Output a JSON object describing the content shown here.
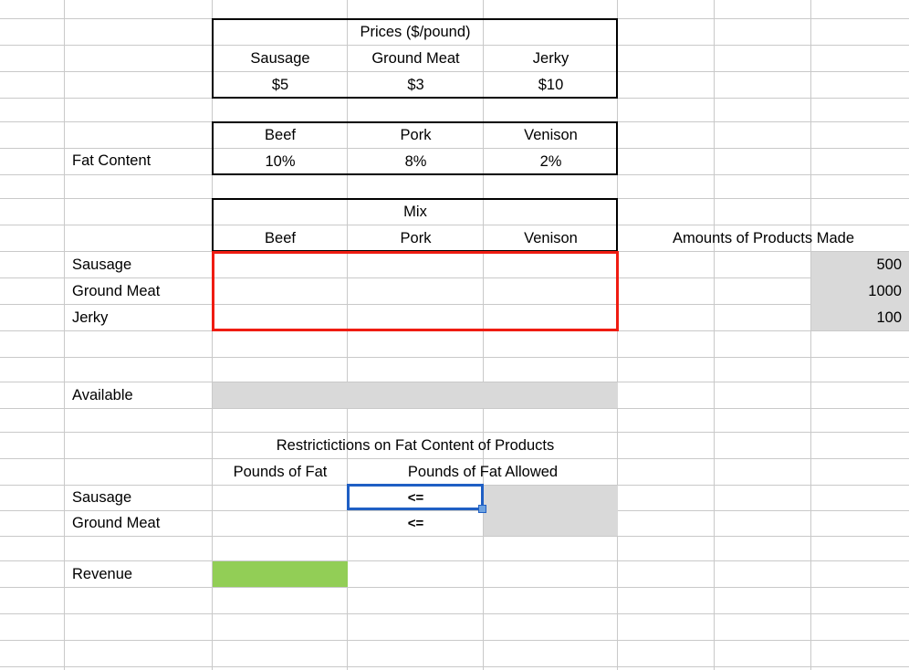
{
  "app": {
    "type": "spreadsheet",
    "colors": {
      "grid_line": "#c9c9c9",
      "heavy_border": "#000000",
      "red_highlight": "#ef1c12",
      "selection_blue": "#1f5fc4",
      "fill_grey": "#d9d9d9",
      "fill_green": "#92ce56"
    }
  },
  "prices_table": {
    "title": "Prices ($/pound)",
    "headers": [
      "Sausage",
      "Ground Meat",
      "Jerky"
    ],
    "values": [
      "$5",
      "$3",
      "$10"
    ]
  },
  "fat_content_table": {
    "row_label": "Fat Content",
    "headers": [
      "Beef",
      "Pork",
      "Venison"
    ],
    "values": [
      "10%",
      "8%",
      "2%"
    ]
  },
  "mix_table": {
    "title": "Mix",
    "headers": [
      "Beef",
      "Pork",
      "Venison"
    ],
    "row_labels": [
      "Sausage",
      "Ground Meat",
      "Jerky"
    ],
    "cells": [
      [
        "",
        "",
        ""
      ],
      [
        "",
        "",
        ""
      ],
      [
        "",
        "",
        ""
      ]
    ]
  },
  "amounts_made": {
    "title": "Amounts of Products Made",
    "values": [
      "500",
      "1000",
      "100"
    ]
  },
  "available": {
    "label": "Available",
    "values": [
      "",
      "",
      ""
    ]
  },
  "restrictions": {
    "title": "Restrictictions on Fat Content of Products",
    "col_pounds_of_fat": "Pounds of Fat",
    "col_pounds_of_fat_allowed": "Pounds of Fat Allowed",
    "rows": [
      {
        "label": "Sausage",
        "pounds_of_fat": "",
        "operator": "<=",
        "allowed": ""
      },
      {
        "label": "Ground Meat",
        "pounds_of_fat": "",
        "operator": "<=",
        "allowed": ""
      }
    ]
  },
  "revenue": {
    "label": "Revenue",
    "value": ""
  },
  "selection": {
    "operator_value": "<="
  }
}
